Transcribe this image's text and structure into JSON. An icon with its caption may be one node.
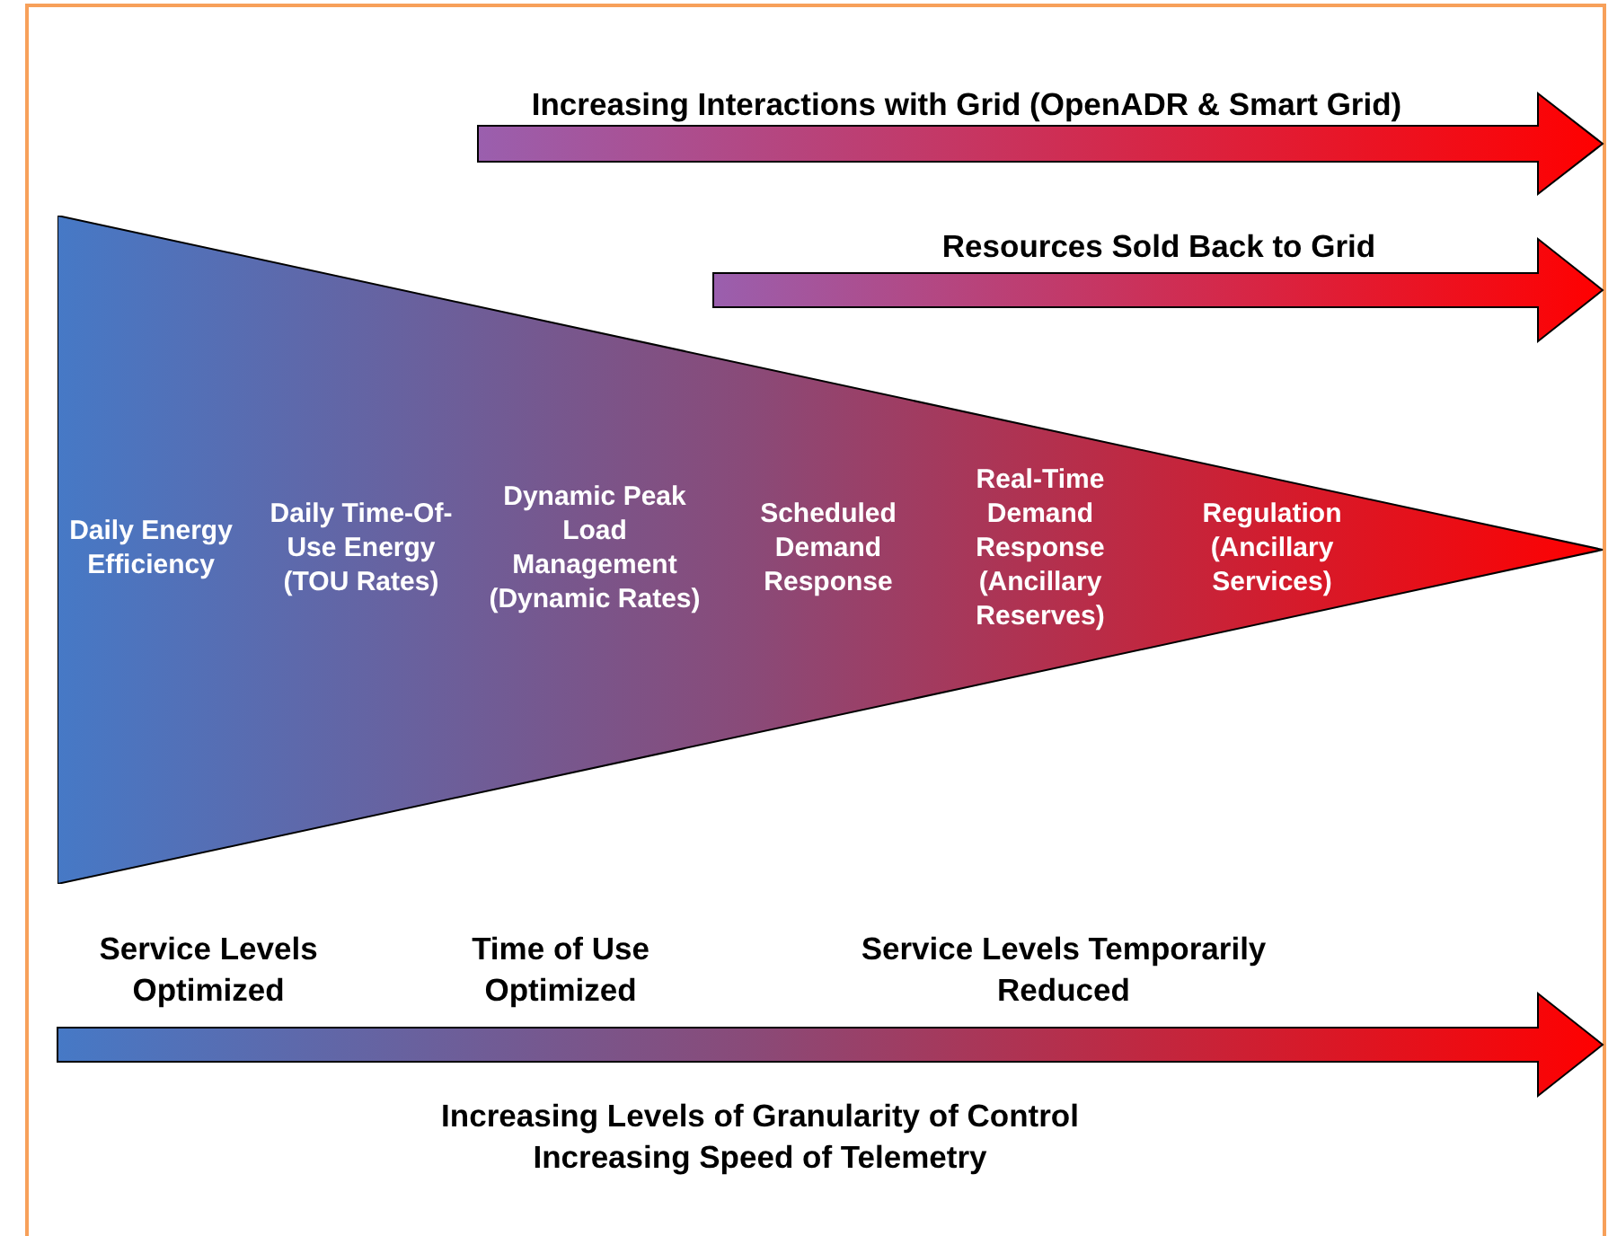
{
  "diagram": {
    "nodes": [
      {
        "text": [
          "Daily Energy Efficiency",
          "Daily Time-Of-Use Energy (TOU Rates)",
          "Dynamic Peak Load Management (Dynamic Rates)",
          "Scheduled Demand Response",
          "Real-Time Demand Response (Ancillary Reserves)",
          "Regulation (Ancillary Services)"
        ]
      }
    ],
    "labels": [
      "Increasing Interactions with Grid (OpenADR & Smart Grid)",
      "Resources Sold Back to Grid",
      "Service Levels Optimized",
      "Time of Use Optimized",
      "Service Levels Temporarily Reduced",
      "Increasing Levels of Granularity of Control",
      "Increasing Speed of Telemetry"
    ]
  }
}
